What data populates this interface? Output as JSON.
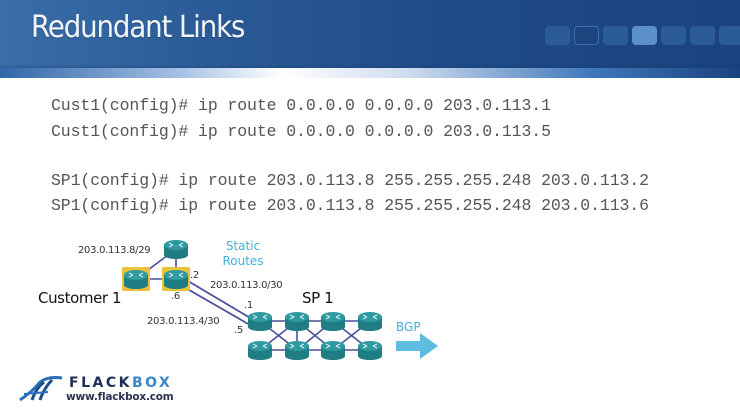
{
  "header": {
    "title": "Redundant Links",
    "progress": {
      "total": 7,
      "outlined_index": 1,
      "active_index": 3
    }
  },
  "commands": [
    "Cust1(config)# ip route 0.0.0.0 0.0.0.0 203.0.113.1",
    "Cust1(config)# ip route 0.0.0.0 0.0.0.0 203.0.113.5",
    "SP1(config)# ip route 203.0.113.8 255.255.255.248 203.0.113.2",
    "SP1(config)# ip route 203.0.113.8 255.255.255.248 203.0.113.6"
  ],
  "diagram": {
    "customer_label": "Customer 1",
    "customer_subnet": "203.0.113.8/29",
    "static_routes_label": [
      "Static",
      "Routes"
    ],
    "sp_label": "SP 1",
    "link1_subnet": "203.0.113.0/30",
    "link2_subnet": "203.0.113.4/30",
    "link1_customer_host": ".2",
    "link2_customer_host": ".6",
    "link1_sp_host": ".1",
    "link2_sp_host": ".5",
    "bgp_label": "BGP",
    "colors": {
      "router_fill": "#2f9aa0",
      "router_highlight": "#e8c23a",
      "link": "#4a4f9a",
      "accent_blue": "#41b0d9"
    }
  },
  "footer": {
    "logo_left": "FLACK",
    "logo_right": "BOX",
    "url": "www.flackbox.com"
  }
}
